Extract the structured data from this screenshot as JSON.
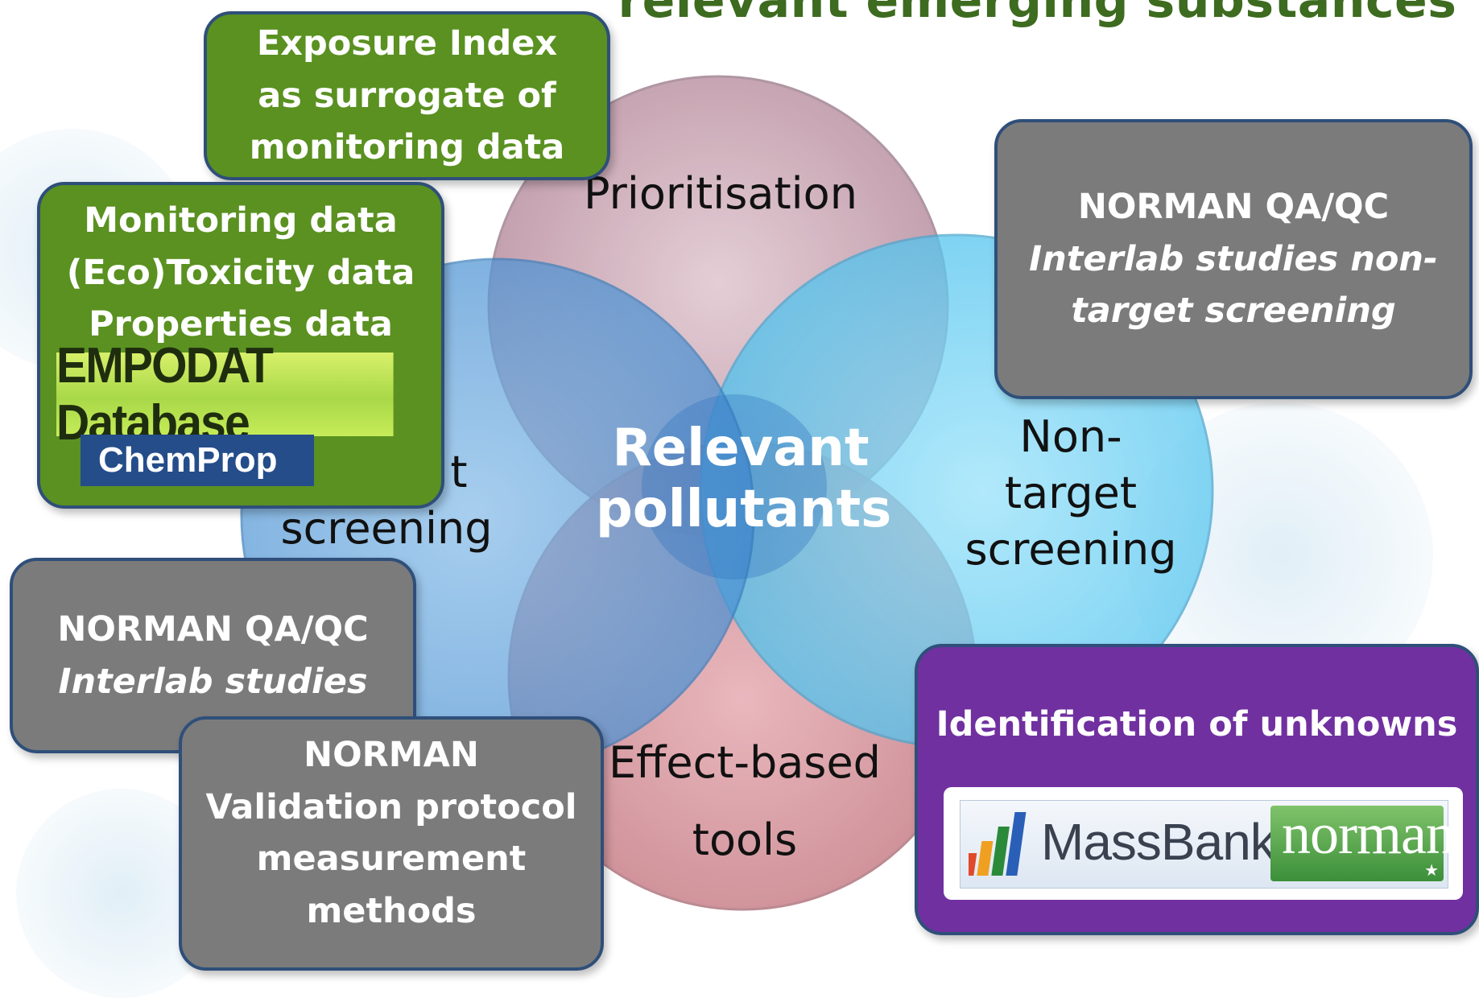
{
  "title": "relevant emerging substances",
  "venn": {
    "top": "Prioritisation",
    "left_line1": "t",
    "left_line2": "screening",
    "right_line1": "Non-",
    "right_line2": "target",
    "right_line3": "screening",
    "bottom_line1": "Effect-based",
    "bottom_line2": "tools",
    "center_line1": "Relevant",
    "center_line2": "pollutants"
  },
  "exposure_box": {
    "line1": "Exposure Index",
    "line2": "as surrogate of",
    "line3": "monitoring data"
  },
  "monitoring_box": {
    "line1": "Monitoring data",
    "line2": "(Eco)Toxicity data",
    "line3": "Properties data",
    "empodat_logo": "EMPODAT Database",
    "chemprop_logo": "ChemProp"
  },
  "qaqc_nontarget_box": {
    "line1": "NORMAN QA/QC",
    "line2": "Interlab studies non-",
    "line3": "target screening"
  },
  "qaqc_box": {
    "line1": "NORMAN QA/QC",
    "line2": "Interlab studies"
  },
  "validation_box": {
    "line1": "NORMAN",
    "line2": "Validation protocol",
    "line3": "measurement",
    "line4": "methods"
  },
  "unknowns_box": {
    "title": "Identification of unknowns",
    "massbank_logo": "MassBank",
    "norman_logo": "norman"
  },
  "colors": {
    "title_green": "#3d6b1f",
    "box_green": "#5a9121",
    "box_gray": "#7b7b7b",
    "box_purple": "#7030a0",
    "circle_top": "#c9a7b4",
    "circle_left": "#5fa3dc",
    "circle_right": "#6cd0f3",
    "circle_bottom": "#cf8f96"
  }
}
